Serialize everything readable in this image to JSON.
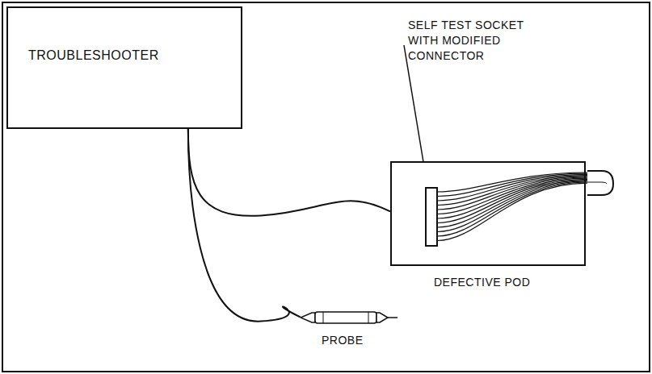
{
  "diagram": {
    "nodes": [
      {
        "text": [
          "TROUBLESHOOTER"
        ]
      },
      {
        "text": [
          "DEFECTIVE POD"
        ]
      },
      {
        "text": [
          "PROBE"
        ]
      }
    ],
    "edges": [
      {
        "from": 0,
        "to": 1,
        "arrow": "none"
      },
      {
        "from": 0,
        "to": 2,
        "arrow": "none"
      }
    ],
    "labels": [
      "SELF TEST SOCKET WITH MODIFIED CONNECTOR"
    ]
  }
}
